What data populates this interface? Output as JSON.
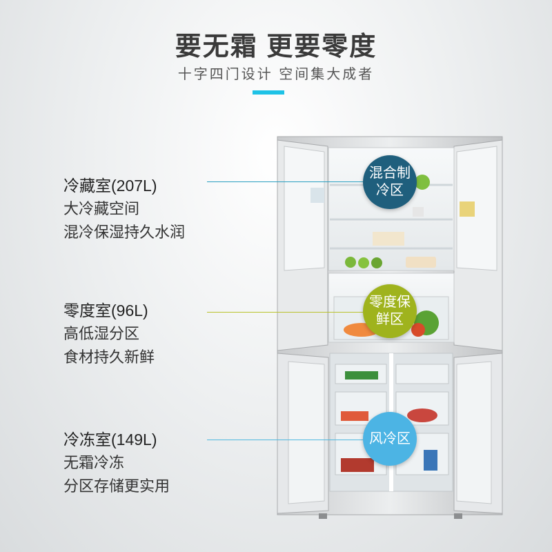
{
  "header": {
    "title": "要无霜 更要零度",
    "subtitle": "十字四门设计  空间集大成者"
  },
  "colors": {
    "accent": "#1ec2e6",
    "fridge_line": "#2a9fc0",
    "zero_line": "#b9c22a",
    "freezer_line": "#4fb8df",
    "badge_fridge": "#1f5f7d",
    "badge_zero": "#9fb31d",
    "badge_freezer": "#4cb4e4"
  },
  "features": [
    {
      "name": "冷藏室(207L)",
      "line1": "大冷藏空间",
      "line2": "混冷保湿持久水润"
    },
    {
      "name": "零度室(96L)",
      "line1": "高低湿分区",
      "line2": "食材持久新鲜"
    },
    {
      "name": "冷冻室(149L)",
      "line1": "无霜冷冻",
      "line2": "分区存储更实用"
    }
  ],
  "badges": [
    {
      "text": "混合制冷区"
    },
    {
      "text": "零度保鲜区"
    },
    {
      "text": "风冷区"
    }
  ]
}
